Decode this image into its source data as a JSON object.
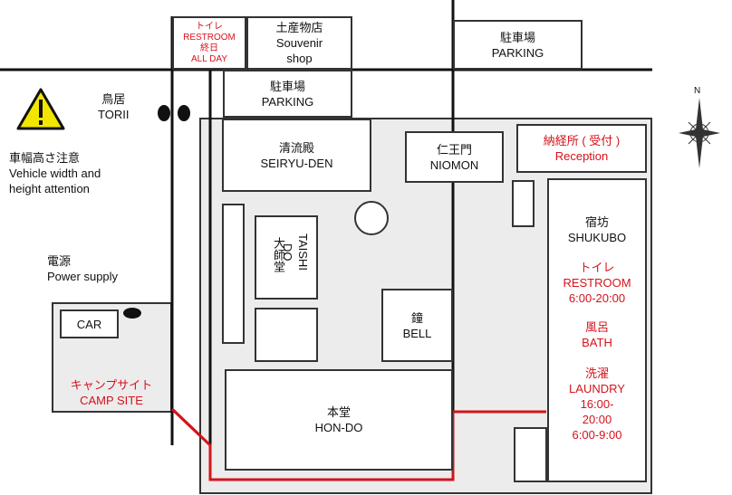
{
  "places": {
    "restroom_top": "トイレ\nRESTROOM\n終日\nALL DAY",
    "souvenir": "土産物店\nSouvenir\nshop",
    "parking_top": "駐車場\nPARKING",
    "parking_mid": "駐車場\nPARKING",
    "torii": "鳥居\nTORII",
    "warning": "車幅高さ注意\nVehicle width and\nheight attention",
    "seiryu": "清流殿\nSEIRYU-DEN",
    "niomon": "仁王門\nNIOMON",
    "reception": "納経所 ( 受付 )\nReception",
    "taishido_jp": "大師堂",
    "taishido_en": "TAISHI\nDO",
    "bell": "鐘\nBELL",
    "hondo": "本堂\nHON-DO",
    "power": "電源\nPower supply",
    "car": "CAR",
    "camp": "キャンプサイト\nCAMP SITE",
    "shukubo": "宿坊\nSHUKUBO",
    "shukubo_restroom": "トイレ\nRESTROOM\n6:00-20:00",
    "shukubo_bath": "風呂\nBATH",
    "shukubo_laundry": "洗濯\nLAUNDRY\n16:00-\n20:00\n6:00-9:00",
    "compass_n": "N"
  },
  "colors": {
    "red": "#d6121a",
    "grey": "#ececec",
    "line": "#111111"
  }
}
